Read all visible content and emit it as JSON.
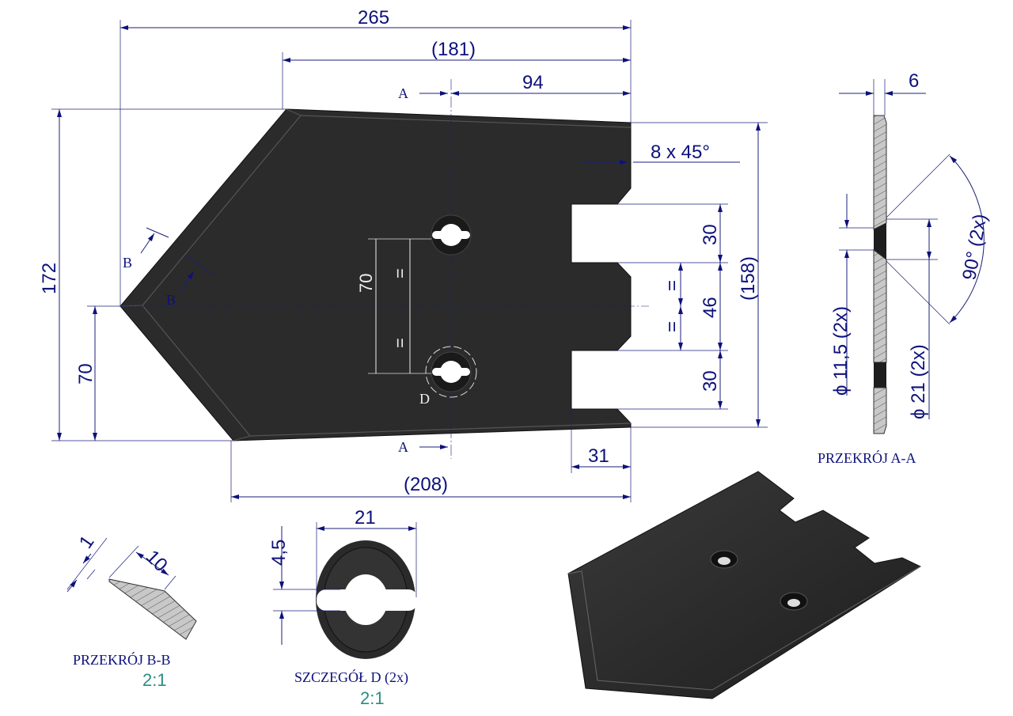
{
  "main_view": {
    "dim_total_width": "265",
    "dim_top_ref": "(181)",
    "dim_94": "94",
    "dim_chamfer": "8  x  45°",
    "dim_notch_top": "30",
    "dim_notch_gap": "46",
    "dim_notch_bottom": "30",
    "dim_right_height": "(158)",
    "dim_total_height": "172",
    "dim_tip_height": "70",
    "dim_hole_spacing": "70",
    "equal_mark": "=",
    "dim_bottom_ref": "(208)",
    "dim_notch_depth": "31",
    "section_a_label": "A",
    "section_b_label": "B",
    "detail_d_label": "D"
  },
  "section_a": {
    "dim_thickness": "6",
    "dim_angle": "90°  (2x)",
    "dim_hole_small": "ϕ 11,5  (2x)",
    "dim_hole_large": "ϕ 21  (2x)",
    "title": "PRZEKRÓJ A-A"
  },
  "section_b": {
    "dim_1": "1",
    "dim_10": "10",
    "title": "PRZEKRÓJ B-B",
    "scale": "2:1"
  },
  "detail_d": {
    "dim_diameter": "21",
    "dim_slot": "4,5",
    "title": "SZCZEGÓŁ D (2x)",
    "scale": "2:1"
  },
  "colors": {
    "dimension": "#0d117a",
    "part": "#2a2a2a",
    "scale": "#2a8c86"
  }
}
